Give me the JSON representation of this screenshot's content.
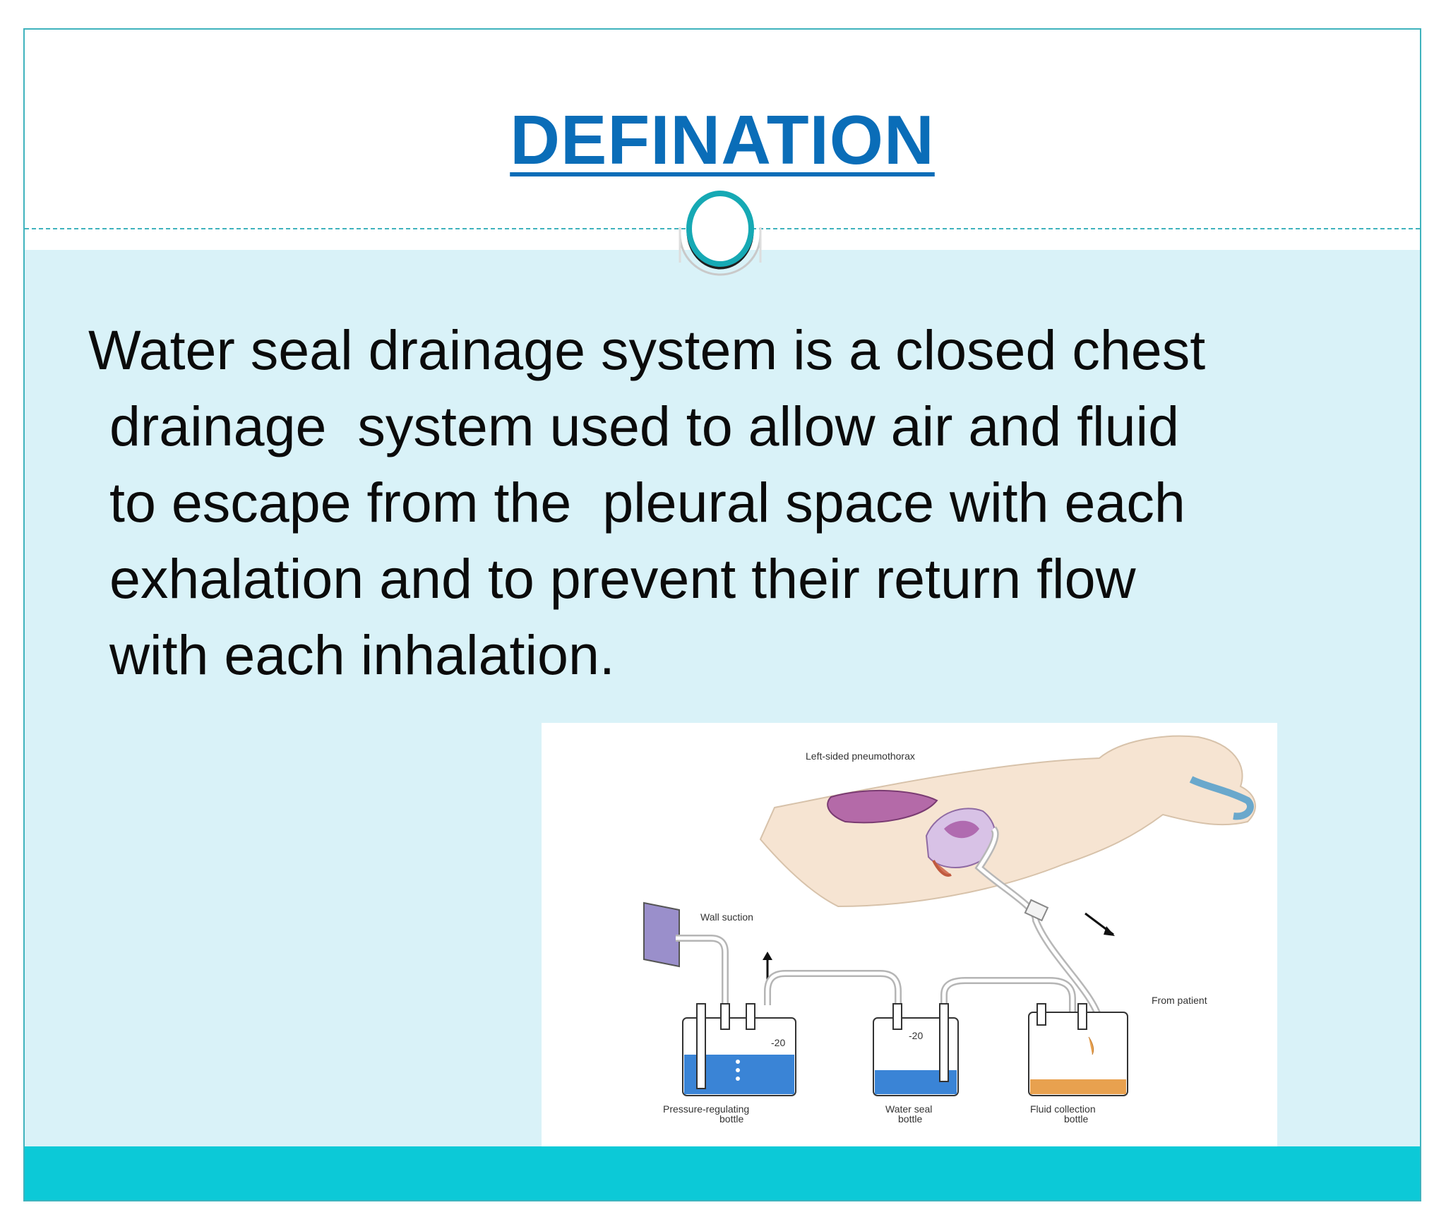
{
  "slide": {
    "title": "DEFINATION",
    "body_lines": [
      "Water seal drainage system is a closed chest",
      "drainage  system used to allow air and fluid",
      "to escape from the  pleural space with each",
      "exhalation and to prevent their return flow",
      "with each inhalation."
    ]
  },
  "figure": {
    "top_label": "Left-sided pneumothorax",
    "wall_suction_label": "Wall suction",
    "from_patient_label": "From patient",
    "bottle1_pressure": "-20",
    "bottle2_pressure": "-20",
    "bottle1_label_line1": "Pressure-regulating",
    "bottle1_label_line2": "bottle",
    "bottle2_label_line1": "Water seal",
    "bottle2_label_line2": "bottle",
    "bottle3_label_line1": "Fluid collection",
    "bottle3_label_line2": "bottle"
  },
  "colors": {
    "title": "#0a6db8",
    "border": "#3fb3bd",
    "content_bg": "#d9f2f8",
    "footer": "#0cc9d7",
    "water": "#3a84d6",
    "fluid": "#e8a14f"
  }
}
